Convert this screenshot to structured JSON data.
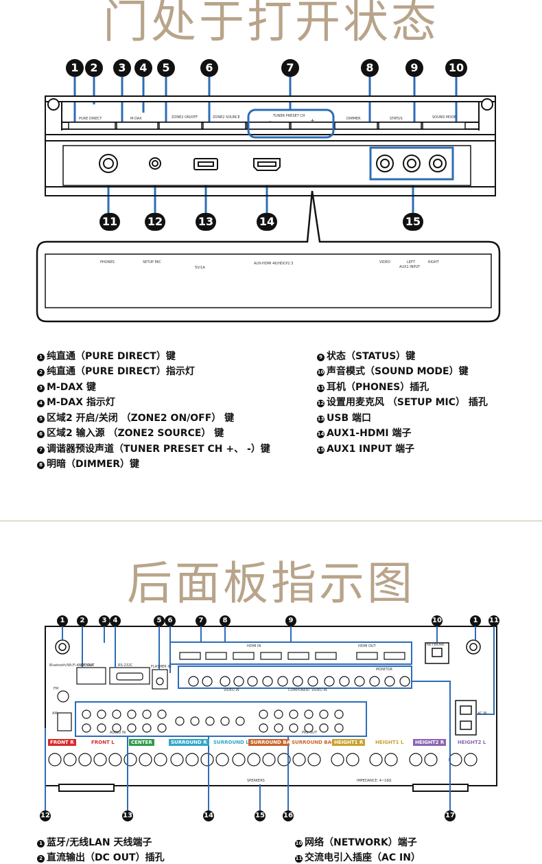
{
  "section1_title": "门处于打开状态",
  "section2_title": "后面板指示图",
  "front": {
    "callouts": [
      "1",
      "2",
      "3",
      "4",
      "5",
      "6",
      "7",
      "8",
      "9",
      "10",
      "11",
      "12",
      "13",
      "14",
      "15"
    ],
    "button_labels": {
      "pure_direct": "PURE DIRECT",
      "mdax": "M-DAX",
      "zone2_onoff": "ZONE2 ON/OFF",
      "zone2_source": "ZONE2 SOURCE",
      "tuner_preset": "TUNER PRESET CH",
      "minus": "-",
      "plus": "+",
      "dimmer": "DIMMER",
      "status": "STATUS",
      "sound_mode": "SOUND MODE"
    },
    "zoom_labels": {
      "phones": "PHONES",
      "setup_mic": "SETUP MIC",
      "usb": "5V/1A",
      "aux_hdmi": "AUX-HDMI 4K/HDCP2.3",
      "video": "VIDEO",
      "left": "LEFT",
      "right": "RIGHT",
      "aux1_input": "AUX1 INPUT"
    },
    "legend_left": [
      {
        "n": "1",
        "text": "纯直通（PURE DIRECT）键"
      },
      {
        "n": "2",
        "text": "纯直通（PURE DIRECT）指示灯"
      },
      {
        "n": "3",
        "text": "M-DAX 键"
      },
      {
        "n": "4",
        "text": "M-DAX 指示灯"
      },
      {
        "n": "5",
        "text": "区域2 开启/关闭 （ZONE2 ON/OFF） 键"
      },
      {
        "n": "6",
        "text": "区域2 输入源 （ZONE2 SOURCE） 键"
      },
      {
        "n": "7",
        "text": "调谐器预设声道（TUNER PRESET CH +、 -）键"
      },
      {
        "n": "8",
        "text": "明暗（DIMMER）键"
      }
    ],
    "legend_right": [
      {
        "n": "9",
        "text": "状态（STATUS）键"
      },
      {
        "n": "10",
        "text": "声音模式（SOUND MODE）键"
      },
      {
        "n": "11",
        "text": "耳机（PHONES）插孔"
      },
      {
        "n": "12",
        "text": "设置用麦克风 （SETUP MIC） 插孔"
      },
      {
        "n": "13",
        "text": "USB 端口"
      },
      {
        "n": "14",
        "text": "AUX1-HDMI 端子"
      },
      {
        "n": "15",
        "text": "AUX1 INPUT 端子"
      }
    ]
  },
  "rear": {
    "top_callouts": [
      "1",
      "2",
      "3",
      "4",
      "5",
      "6",
      "7",
      "8",
      "9",
      "10",
      "1",
      "11"
    ],
    "bottom_callouts": [
      "12",
      "13",
      "14",
      "15",
      "16",
      "17"
    ],
    "speaker_labels": [
      "FRONT R",
      "FRONT L",
      "CENTER",
      "SURROUND R",
      "SURROUND L",
      "SURROUND BACK R",
      "SURROUND BACK L",
      "HEIGHT1 R",
      "HEIGHT1 L",
      "HEIGHT2 R",
      "HEIGHT2 L"
    ],
    "panel_labels": {
      "antenna": "Bluetooth/Wi-Fi ANTENNA",
      "dc_out": "DC OUT",
      "rs232c": "RS-232C",
      "flasher": "FLASHER IN",
      "hdmi_in": "HDMI IN",
      "hdmi_out": "HDMI OUT",
      "network": "NETWORK",
      "ac_in": "AC IN",
      "fm": "FM",
      "am": "AM",
      "video_in": "VIDEO IN",
      "component": "COMPONENT VIDEO IN",
      "monitor": "MONITOR",
      "audio_in": "AUDIO IN",
      "preout": "PRE OUT",
      "speakers": "SPEAKERS",
      "impedance": "IMPEDANCE: 4~16Ω"
    },
    "legend_left": [
      {
        "n": "1",
        "text": "蓝牙/无线LAN 天线端子"
      },
      {
        "n": "2",
        "text": "直流输出（DC OUT）插孔"
      }
    ],
    "legend_right": [
      {
        "n": "10",
        "text": "网络（NETWORK）端子"
      },
      {
        "n": "11",
        "text": "交流电引入插座（AC IN）"
      }
    ]
  },
  "colors": {
    "title": "#b8a48a",
    "callout_blue": "#2b6cb7",
    "divider": "#c8b89e",
    "front": "#d62a2a",
    "center": "#2e9a4a",
    "surround": "#2fa6c8",
    "surround_back": "#c9642a",
    "height1": "#c9a02a",
    "height2": "#8a63b3"
  }
}
